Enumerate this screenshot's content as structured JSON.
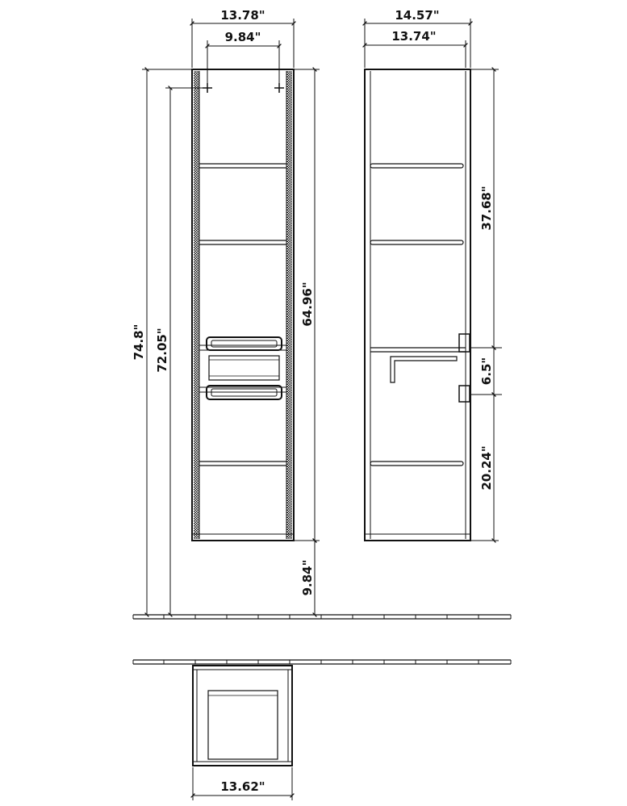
{
  "front_view": {
    "overall_width": "13.78\"",
    "mount_spacing": "9.84\"",
    "overall_height": "74.8\"",
    "mount_height": "72.05\"",
    "cabinet_height": "64.96\"",
    "floor_clearance": "9.84\""
  },
  "side_view": {
    "overall_depth": "14.57\"",
    "body_depth": "13.74\"",
    "upper_section": "37.68\"",
    "middle_section": "6.5\"",
    "lower_section": "20.24\""
  },
  "top_view": {
    "width": "13.62\""
  },
  "colors": {
    "ink": "#111111",
    "background": "#ffffff"
  }
}
